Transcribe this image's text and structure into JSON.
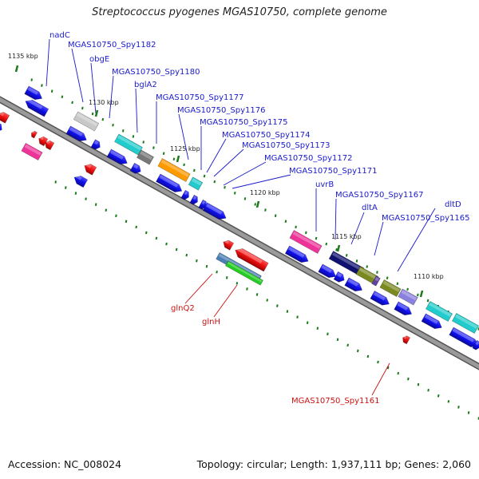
{
  "title": "Streptococcus pyogenes MGAS10750, complete genome",
  "footer": {
    "accession": "Accession: NC_008024",
    "summary": "Topology: circular; Length: 1,937,111 bp; Genes: 2,060"
  },
  "colors": {
    "backbone": "#808080",
    "forward_gene": "#1010ee",
    "reverse_gene": "#ee1010",
    "label_forward": "#1a1acc",
    "label_reverse": "#cc1111",
    "tick": "#1b7a1b"
  },
  "ticks": [
    "1135 kbp",
    "1130 kbp",
    "1125 kbp",
    "1120 kbp",
    "1115 kbp",
    "1110 kbp"
  ],
  "labels": [
    "nadC",
    "MGAS10750_Spy1182",
    "obgE",
    "MGAS10750_Spy1180",
    "bglA2",
    "MGAS10750_Spy1177",
    "MGAS10750_Spy1176",
    "MGAS10750_Spy1175",
    "MGAS10750_Spy1174",
    "MGAS10750_Spy1173",
    "MGAS10750_Spy1172",
    "MGAS10750_Spy1171",
    "uvrB",
    "MGAS10750_Spy1167",
    "dltA",
    "MGAS10750_Spy1165",
    "dltD",
    "glnQ2",
    "glnH",
    "MGAS10750_Spy1161"
  ]
}
